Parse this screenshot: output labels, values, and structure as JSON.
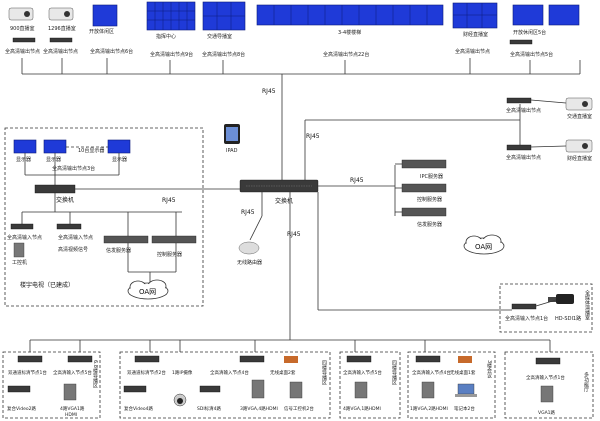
{
  "top": {
    "screen_900": "900直播室",
    "screen_1296": "1296直播室",
    "zone_cooperation": "开放体闲区",
    "zone_command": "指挥中心",
    "zone_traffic": "交通导播室",
    "zone_floor": "3-4楼楼梯",
    "zone_finance": "财经直播室",
    "zone_leisure": "开放休闲区5台",
    "node_single_1": "全高清输出节点",
    "node_single_2": "全高清输出节点",
    "node_6": "全高清输出节点6台",
    "node_9": "全高清输出节点9台",
    "node_8": "全高清输出节点8台",
    "node_22": "全高清输出节点22台",
    "node_single_3": "全高清输出节点",
    "node_5": "全高清输出节点5台"
  },
  "center": {
    "rj45_top": "RJ45",
    "rj45_right_up": "RJ45",
    "rj45_right": "RJ45",
    "rj45_left": "RJ45",
    "rj45_ap": "RJ45",
    "rj45_bottom": "RJ45",
    "switch_label": "交换机",
    "ipad_label": "IPAD",
    "wireless_label": "无线路由器"
  },
  "right": {
    "node_top": "全高清输出节点",
    "room_traffic": "交通直播室",
    "node_bottom": "全高清输出节点",
    "room_finance": "财经直播室",
    "ipc_server": "IPC服务器",
    "control_server": "控制服务器",
    "signal_server": "信发服务器",
    "oa": "OA网"
  },
  "left": {
    "display_1": "显示器",
    "display_2": "显示器",
    "display_3": "显示器",
    "display_count": "10台显示器",
    "node_input": "全高清输出节点3台",
    "switch_label": "交换机",
    "input_node": "全高清输入节点",
    "input_node_2": "全高清输入节点",
    "workstation": "工控机",
    "hd_signal": "高清视频信号",
    "signal_server": "信发服务器",
    "control_server": "控制服务器",
    "rj45": "RJ45",
    "oa": "OA网",
    "title": "楼宇电视（已建成）"
  },
  "remote": {
    "title": "全媒体演播室",
    "node": "全高清输入节点1台",
    "hd_sdi": "HD-SDI1路"
  },
  "bottom": {
    "group1_label_a": "双通道标清节点1台",
    "group1_label_b": "全高清输入节点5台",
    "group1_video": "复合Video2路",
    "group1_vga": "4路VGA1路",
    "group1_hdmi": "HDMI",
    "group1_room": "6.8楼导播区",
    "group2_label_a": "双通道标清节点2台",
    "group2_label_b": "全高清输入节点4台",
    "group2_video": "复合Video4路",
    "group2_cam": "1路IP摄像",
    "group2_sdi": "SDI标清4路",
    "group2_vga": "3路VGA,4路HDMI",
    "group2_wireless": "无线桌面2套",
    "group2_pc": "信号工控机2台",
    "group2_room": "四楼导播区",
    "group3_label": "全高清输入节点5台",
    "group3_vga": "4路VGA,1路HDMI",
    "group3_room": "四楼导播区",
    "group4_label": "全高清输入节点4台",
    "group4_vga": "1路VGA,2路HDMI",
    "group4_wireless": "无线桌面1套",
    "group4_laptop": "笔记本2台",
    "group4_room": "3楼会议",
    "group5_label": "全高清输入节点1台",
    "group5_vga": "VGA1路",
    "group5_room": "多功能厅"
  }
}
